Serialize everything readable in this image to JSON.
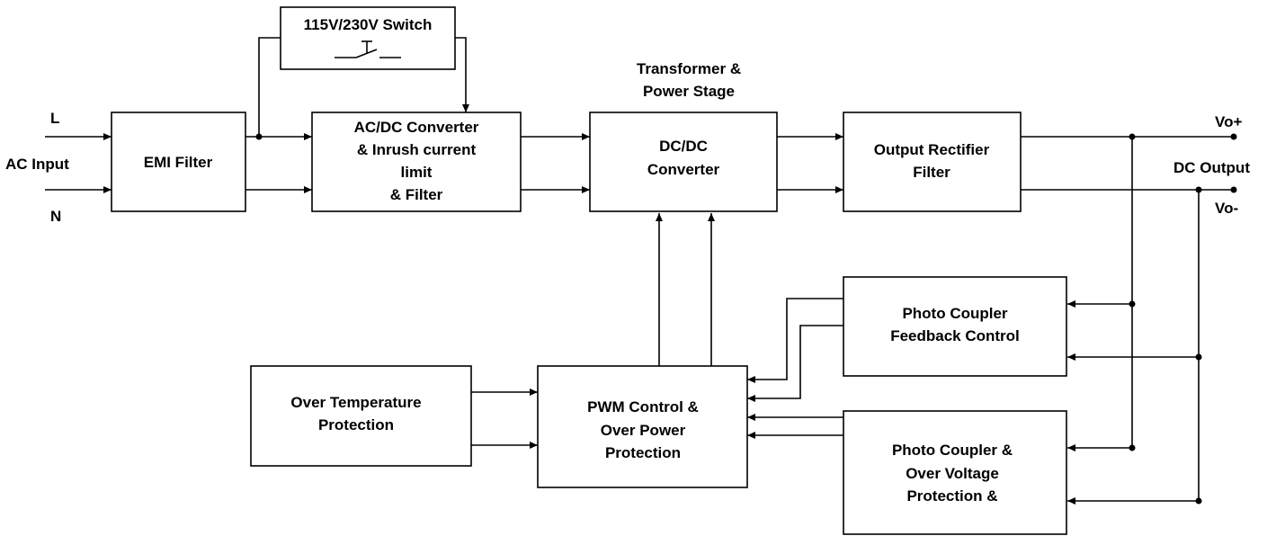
{
  "colors": {
    "stroke": "#000000",
    "background": "#ffffff"
  },
  "blocks": {
    "emi": {
      "line1": "EMI Filter"
    },
    "switch": {
      "line1": "115V/230V Switch"
    },
    "acdc": {
      "line1": "AC/DC Converter",
      "line2": "& Inrush current",
      "line3": "limit",
      "line4": "& Filter"
    },
    "dcdc": {
      "line1": "DC/DC",
      "line2": "Converter"
    },
    "rectifier": {
      "line1": "Output Rectifier",
      "line2": "Filter"
    },
    "feedback": {
      "line1": "Photo Coupler",
      "line2": "Feedback Control"
    },
    "ovp": {
      "line1": "Photo Coupler &",
      "line2": "Over Voltage",
      "line3": "Protection &"
    },
    "pwm": {
      "line1": "PWM Control &",
      "line2": "Over Power",
      "line3": "Protection"
    },
    "otp": {
      "line1": "Over Temperature",
      "line2": "Protection"
    }
  },
  "labels": {
    "line": "L",
    "neutral": "N",
    "ac_input": "AC Input",
    "transformer1": "Transformer &",
    "transformer2": "Power Stage",
    "vo_plus": "Vo+",
    "vo_minus": "Vo-",
    "dc_output": "DC Output"
  }
}
